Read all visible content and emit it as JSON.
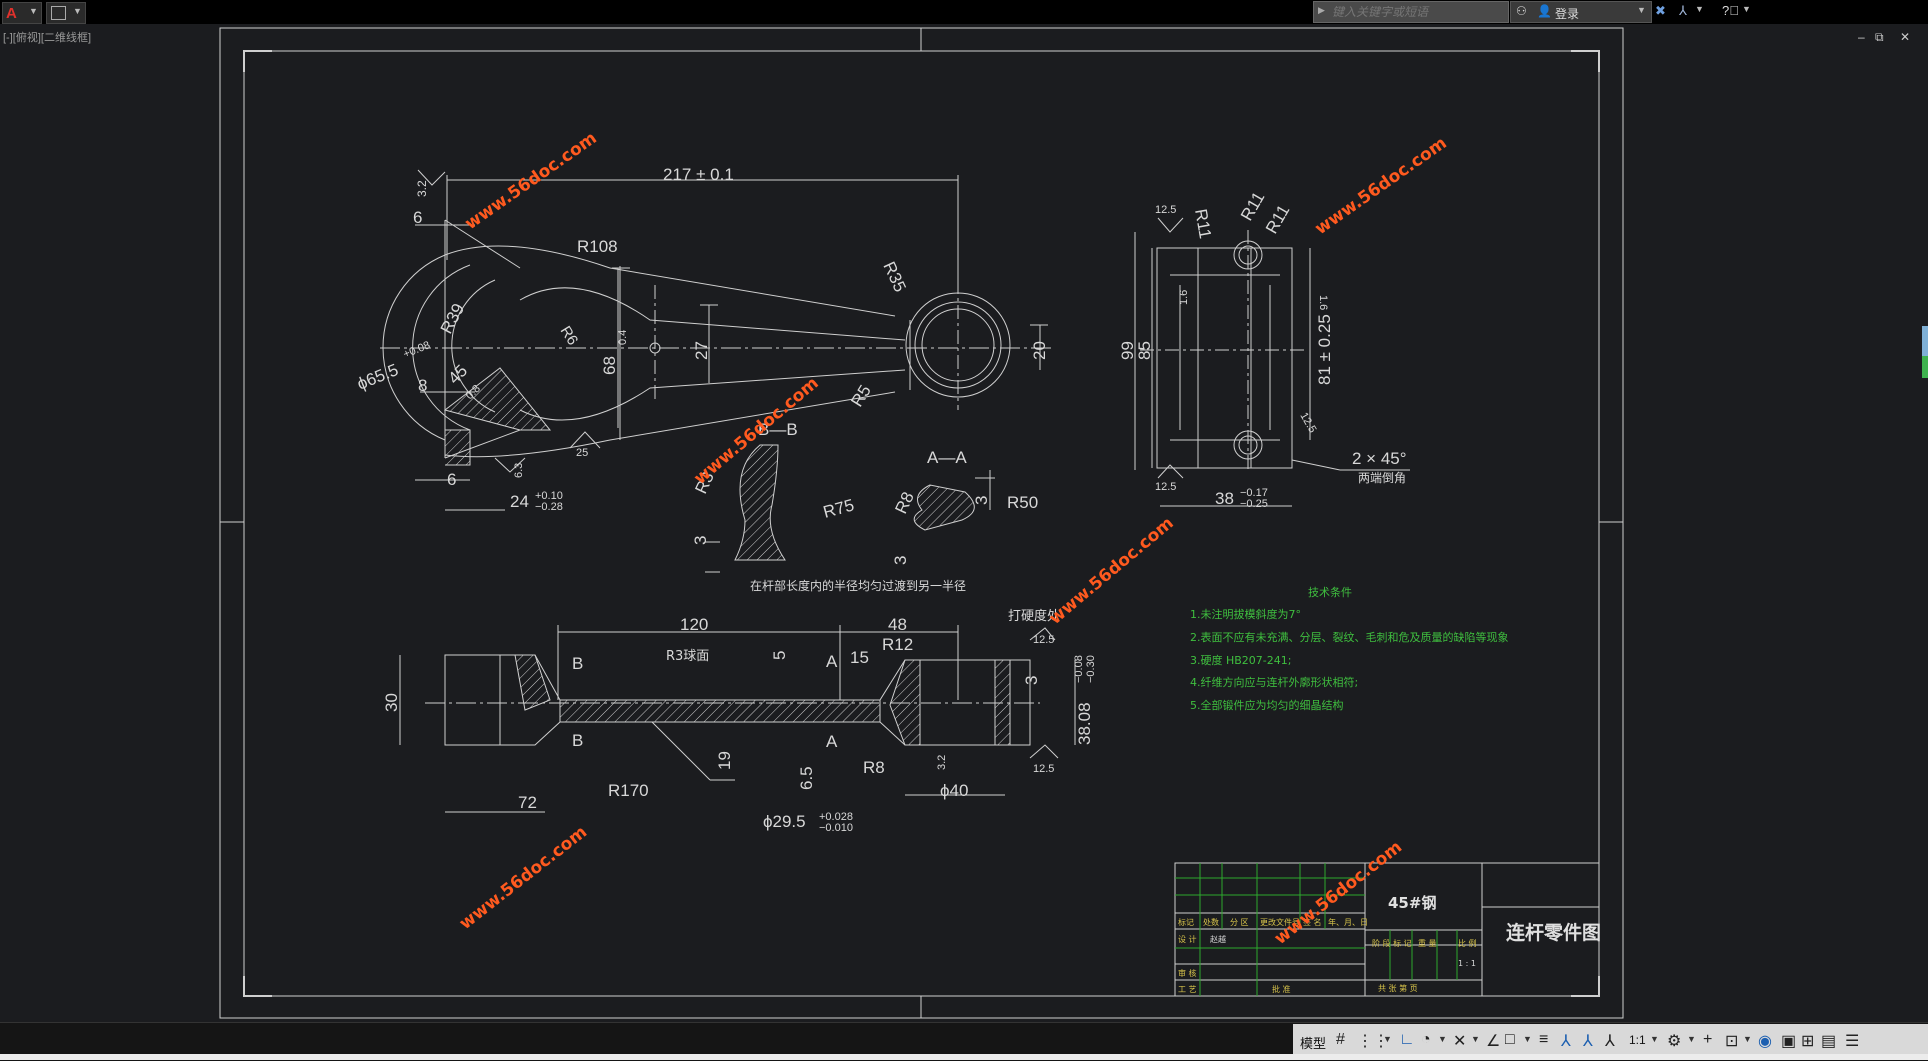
{
  "toolbar": {
    "search_placeholder": "键入关键字或短语",
    "login_label": "登录"
  },
  "viewport": {
    "view_label": "[-][俯视][二维线框]",
    "win_minimize": "–",
    "win_restore": "⧉",
    "win_close": "✕"
  },
  "drawing": {
    "watermark": "www.56doc.com",
    "dims": {
      "d217": "217 ± 0.1",
      "r108": "R108",
      "r35": "R35",
      "r39": "R39",
      "r6": "R6",
      "d6a": "6",
      "d32a": "3.2",
      "phi65": "ϕ65.5",
      "phi65tol": "+0.08",
      "d8": "8",
      "d45": "45",
      "d08": "0.8",
      "d68": "68",
      "d04": "0.4",
      "d27": "27",
      "d20": "20",
      "r5": "R5",
      "d6b": "6",
      "d63": "6.3",
      "d25": "25",
      "d24": "24",
      "d24up": "+0.10",
      "d24dn": "−0.28",
      "r3": "R3",
      "r75": "R75",
      "d3a": "3",
      "bb": "B—B",
      "aa": "A—A",
      "r8a": "R8",
      "d3b": "3",
      "r50": "R50",
      "d3c": "3",
      "note1": "在杆部长度内的半径均匀过渡到另一半径",
      "r11a": "R11",
      "r11b": "R11",
      "r11c": "R11",
      "d125a": "12.5",
      "d16a": "1.6",
      "d16b": "1.6",
      "d99": "99",
      "d85": "85",
      "d81": "81 ± 0.25",
      "d125b": "12.5",
      "d125c": "12.5",
      "d38": "38",
      "d38up": "−0.17",
      "d38dn": "−0.25",
      "chamfer": "2 × 45°",
      "chamfer_note": "两端倒角",
      "d120": "120",
      "d48": "48",
      "hard": "打硬度处",
      "r3ball": "R3球面",
      "d5": "5",
      "a1": "A",
      "d15": "15",
      "r12": "R12",
      "d125d": "12.5",
      "d30": "30",
      "bt": "B",
      "bb2": "B",
      "d19": "19",
      "a2": "A",
      "d65": "6.5",
      "r8b": "R8",
      "d32b": "3.2",
      "d125e": "12.5",
      "d3d": "3",
      "d3808": "38.08",
      "d3808up": "−0.08",
      "d3808dn": "−0.30",
      "r170": "R170",
      "d72": "72",
      "phi40": "ϕ40",
      "phi295": "ϕ29.5",
      "phi295up": "+0.028",
      "phi295dn": "−0.010"
    },
    "tech": {
      "title": "技术条件",
      "items": [
        "1.未注明拔模斜度为7°",
        "2.表面不应有未充满、分层、裂纹、毛刺和危及质量的缺陷等现象",
        "3.硬度  HB207-241;",
        "4.纤维方向应与连杆外廓形状相符;",
        "5.全部锻件应为均匀的细晶结构"
      ]
    },
    "title_block": {
      "material": "45#钢",
      "drawing_name": "连杆零件图",
      "row_labels": [
        "标记",
        "处数",
        "分 区",
        "更改文件号",
        "签 名",
        "年、月、日"
      ],
      "stage_labels": [
        "阶 段 标 记",
        "重 量",
        "比 例"
      ],
      "scale_value": "1 : 1",
      "design": "设 计",
      "design_name": "赵越",
      "check": "审 核",
      "process": "工 艺",
      "approve": "批 准",
      "sheets": "共    张    第    页"
    }
  },
  "status": {
    "model_label": "模型",
    "scale_label": "1:1"
  }
}
